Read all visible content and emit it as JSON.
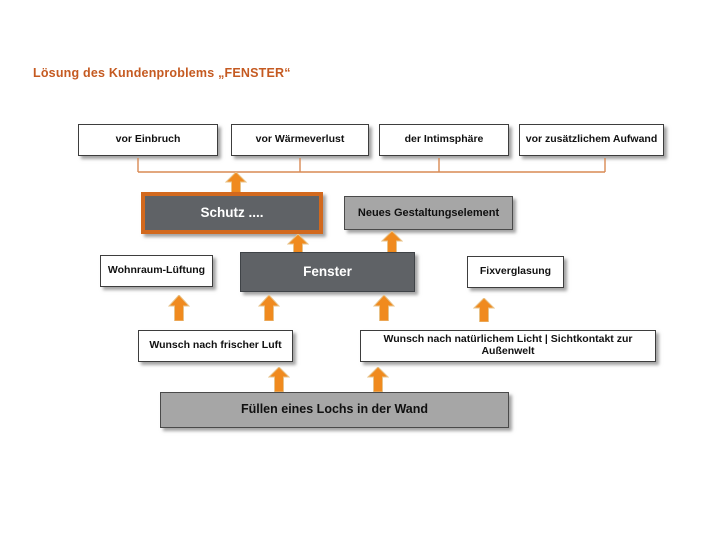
{
  "slide": {
    "title": "Lösung des Kundenproblems „FENSTER“",
    "accent_color": "#C55A21",
    "arrow_color": "#F08A1E",
    "bracket_color": "#D98A54",
    "dark_box_color": "#5F6266",
    "light_box_color": "#A6A6A6",
    "highlight_border_color": "#D2691E"
  },
  "diagram": {
    "type": "hierarchy",
    "levels": [
      {
        "name": "benefits-row",
        "nodes": [
          {
            "id": "vor-einbruch",
            "label": "vor Einbruch",
            "style": "white"
          },
          {
            "id": "vor-waermeverlust",
            "label": "vor Wärmeverlust",
            "style": "white"
          },
          {
            "id": "der-intimsphaere",
            "label": "der Intimsphäre",
            "style": "white"
          },
          {
            "id": "vor-zusaetzlichem-aufwand",
            "label": "vor zusätzlichem Aufwand",
            "style": "white"
          }
        ]
      },
      {
        "name": "function-row",
        "nodes": [
          {
            "id": "schutz",
            "label": "Schutz ....",
            "style": "gray-dark-highlighted"
          },
          {
            "id": "neues-gestaltungselement",
            "label": "Neues Gestaltungselement",
            "style": "gray-light"
          }
        ]
      },
      {
        "name": "product-row",
        "nodes": [
          {
            "id": "wohnraum-lueftung",
            "label": "Wohnraum-Lüftung",
            "style": "white"
          },
          {
            "id": "fenster",
            "label": "Fenster",
            "style": "gray-dark"
          },
          {
            "id": "fixverglasung",
            "label": "Fixverglasung",
            "style": "white"
          }
        ]
      },
      {
        "name": "needs-row",
        "nodes": [
          {
            "id": "wunsch-frische-luft",
            "label": "Wunsch nach frischer Luft",
            "style": "white"
          },
          {
            "id": "wunsch-licht-sichtkontakt",
            "label": "Wunsch nach natürlichem Licht | Sichtkontakt zur Außenwelt",
            "style": "white"
          }
        ]
      },
      {
        "name": "base-row",
        "nodes": [
          {
            "id": "fuellen-lochs-wand",
            "label": "Füllen eines Lochs in der Wand",
            "style": "gray-light"
          }
        ]
      }
    ],
    "connectors": {
      "bracket_label": "benefits-bracket",
      "arrows": [
        {
          "id": "arrow-bracket-to-schutz",
          "from": "benefits-bracket",
          "to": "schutz"
        },
        {
          "id": "arrow-fenster-to-schutz",
          "from": "fenster",
          "to": "schutz"
        },
        {
          "id": "arrow-fenster-to-gestaltungselement",
          "from": "fenster",
          "to": "neues-gestaltungselement"
        },
        {
          "id": "arrow-luft-to-wohnraumlueftung",
          "from": "wunsch-frische-luft",
          "to": "wohnraum-lueftung"
        },
        {
          "id": "arrow-luft-to-fenster",
          "from": "wunsch-frische-luft",
          "to": "fenster"
        },
        {
          "id": "arrow-licht-to-fenster",
          "from": "wunsch-licht-sichtkontakt",
          "to": "fenster"
        },
        {
          "id": "arrow-licht-to-fixverglasung",
          "from": "wunsch-licht-sichtkontakt",
          "to": "fixverglasung"
        },
        {
          "id": "arrow-base-to-luft",
          "from": "fuellen-lochs-wand",
          "to": "wunsch-frische-luft"
        },
        {
          "id": "arrow-base-to-licht",
          "from": "fuellen-lochs-wand",
          "to": "wunsch-licht-sichtkontakt"
        }
      ]
    }
  }
}
